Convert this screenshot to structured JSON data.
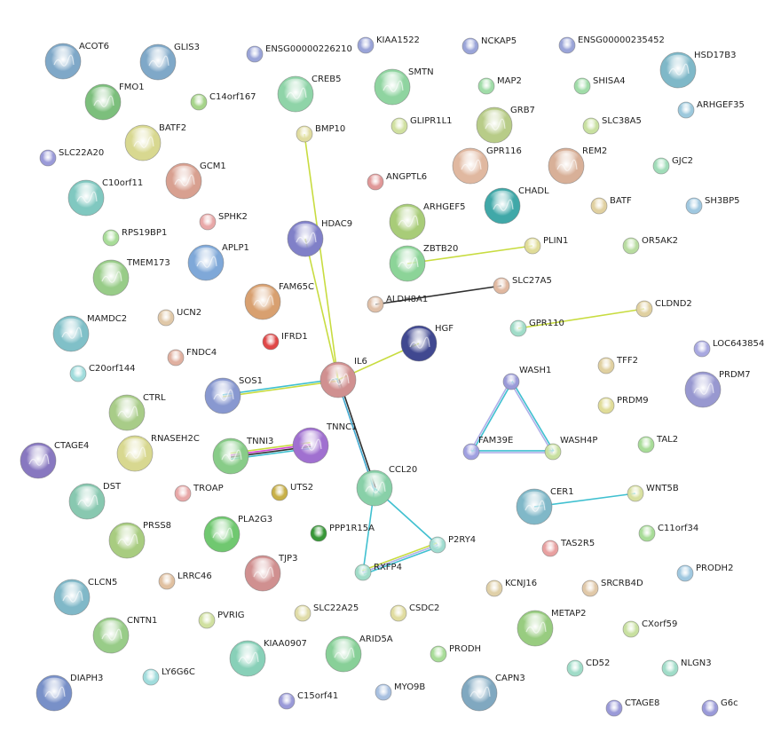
{
  "network": {
    "nodes": [
      {
        "id": "ACOT6",
        "color": "#7fa8c8",
        "big": true
      },
      {
        "id": "GLIS3",
        "color": "#7fa8c8",
        "big": true
      },
      {
        "id": "ENSG00000226210",
        "color": "#9aa4d8",
        "big": false
      },
      {
        "id": "KIAA1522",
        "color": "#9aa4d8",
        "big": false
      },
      {
        "id": "NCKAP5",
        "color": "#9aa4d8",
        "big": false
      },
      {
        "id": "ENSG00000235452",
        "color": "#9aa4d8",
        "big": false
      },
      {
        "id": "HSD17B3",
        "color": "#7fb8c8",
        "big": true
      },
      {
        "id": "FMO1",
        "color": "#7cbf7c",
        "big": true
      },
      {
        "id": "C14orf167",
        "color": "#a6d48a",
        "big": false
      },
      {
        "id": "CREB5",
        "color": "#8fd4a8",
        "big": true
      },
      {
        "id": "SMTN",
        "color": "#8fd4a0",
        "big": true
      },
      {
        "id": "MAP2",
        "color": "#a0dca8",
        "big": false
      },
      {
        "id": "SHISA4",
        "color": "#a0dca8",
        "big": false
      },
      {
        "id": "ARHGEF35",
        "color": "#9cc8dc",
        "big": false
      },
      {
        "id": "BATF2",
        "color": "#d8d890",
        "big": true
      },
      {
        "id": "BMP10",
        "color": "#e0dca0",
        "big": false
      },
      {
        "id": "GLIPR1L1",
        "color": "#d0e0a0",
        "big": false
      },
      {
        "id": "GRB7",
        "color": "#b8cc88",
        "big": true
      },
      {
        "id": "SLC38A5",
        "color": "#c8e0a0",
        "big": false
      },
      {
        "id": "SLC22A20",
        "color": "#9a9ad8",
        "big": false
      },
      {
        "id": "GCM1",
        "color": "#d8a090",
        "big": true
      },
      {
        "id": "GPR116",
        "color": "#e0b8a0",
        "big": true
      },
      {
        "id": "REM2",
        "color": "#d8b098",
        "big": true
      },
      {
        "id": "GJC2",
        "color": "#a0dcb8",
        "big": false
      },
      {
        "id": "C10orf11",
        "color": "#80c8c0",
        "big": true
      },
      {
        "id": "ANGPTL6",
        "color": "#e09898",
        "big": false
      },
      {
        "id": "CHADL",
        "color": "#40a8a8",
        "big": true
      },
      {
        "id": "BATF",
        "color": "#e0d0a0",
        "big": false
      },
      {
        "id": "SH3BP5",
        "color": "#a0c8e0",
        "big": false
      },
      {
        "id": "SPHK2",
        "color": "#e8a8a8",
        "big": false
      },
      {
        "id": "HDAC9",
        "color": "#8080c8",
        "big": true
      },
      {
        "id": "ARHGEF5",
        "color": "#a8cc78",
        "big": true
      },
      {
        "id": "RPS19BP1",
        "color": "#a8dc98",
        "big": false
      },
      {
        "id": "APLP1",
        "color": "#7fa8d8",
        "big": true
      },
      {
        "id": "PLIN1",
        "color": "#e0dc98",
        "big": false
      },
      {
        "id": "OR5AK2",
        "color": "#b8dca0",
        "big": false
      },
      {
        "id": "ZBTB20",
        "color": "#8cd498",
        "big": true
      },
      {
        "id": "TMEM173",
        "color": "#98cc88",
        "big": true
      },
      {
        "id": "SLC27A5",
        "color": "#e0b8a0",
        "big": false
      },
      {
        "id": "FAM65C",
        "color": "#d8a070",
        "big": true
      },
      {
        "id": "ALDH8A1",
        "color": "#e0c0a8",
        "big": false
      },
      {
        "id": "CLDND2",
        "color": "#e0d0a0",
        "big": false
      },
      {
        "id": "MAMDC2",
        "color": "#80c0c8",
        "big": true
      },
      {
        "id": "UCN2",
        "color": "#e0c8a8",
        "big": false
      },
      {
        "id": "IFRD1",
        "color": "#e04848",
        "big": false
      },
      {
        "id": "HGF",
        "color": "#404890",
        "big": true
      },
      {
        "id": "GPR110",
        "color": "#a0dcc8",
        "big": false
      },
      {
        "id": "LOC643854",
        "color": "#a8a8e0",
        "big": false
      },
      {
        "id": "FNDC4",
        "color": "#e0b0a0",
        "big": false
      },
      {
        "id": "C20orf144",
        "color": "#a0dcdc",
        "big": false
      },
      {
        "id": "TFF2",
        "color": "#e0d0a0",
        "big": false
      },
      {
        "id": "PRDM7",
        "color": "#9898d0",
        "big": true
      },
      {
        "id": "WASH1",
        "color": "#9a9ad8",
        "big": false
      },
      {
        "id": "SOS1",
        "color": "#8898d0",
        "big": true
      },
      {
        "id": "IL6",
        "color": "#d09090",
        "big": true
      },
      {
        "id": "CTRL",
        "color": "#a8cc88",
        "big": true
      },
      {
        "id": "PRDM9",
        "color": "#e0dc98",
        "big": false
      },
      {
        "id": "TNNC1",
        "color": "#a070d0",
        "big": true
      },
      {
        "id": "TNNI3",
        "color": "#88cc88",
        "big": true
      },
      {
        "id": "RNASEH2C",
        "color": "#d8d890",
        "big": true
      },
      {
        "id": "CTAGE4",
        "color": "#8878c0",
        "big": true
      },
      {
        "id": "FAM39E",
        "color": "#a0a0e0",
        "big": false
      },
      {
        "id": "WASH4P",
        "color": "#c8e0a0",
        "big": false
      },
      {
        "id": "TAL2",
        "color": "#a8dc98",
        "big": false
      },
      {
        "id": "CCL20",
        "color": "#88d0a8",
        "big": true
      },
      {
        "id": "DST",
        "color": "#88c8b0",
        "big": true
      },
      {
        "id": "TROAP",
        "color": "#e8a8a8",
        "big": false
      },
      {
        "id": "UTS2",
        "color": "#c8b048",
        "big": false
      },
      {
        "id": "CER1",
        "color": "#80b8c8",
        "big": true
      },
      {
        "id": "WNT5B",
        "color": "#d8e0a0",
        "big": false
      },
      {
        "id": "PRSS8",
        "color": "#a8cc80",
        "big": true
      },
      {
        "id": "PLA2G3",
        "color": "#70c870",
        "big": true
      },
      {
        "id": "PPP1R15A",
        "color": "#389838",
        "big": false
      },
      {
        "id": "P2RY4",
        "color": "#a0dcd0",
        "big": false
      },
      {
        "id": "C11orf34",
        "color": "#a8dc98",
        "big": false
      },
      {
        "id": "TAS2R5",
        "color": "#e8a0a0",
        "big": false
      },
      {
        "id": "RXFP4",
        "color": "#a0dcc8",
        "big": false
      },
      {
        "id": "TJP3",
        "color": "#d09090",
        "big": true
      },
      {
        "id": "LRRC46",
        "color": "#e0c0a0",
        "big": false
      },
      {
        "id": "CLCN5",
        "color": "#80b8c8",
        "big": true
      },
      {
        "id": "PRODH2",
        "color": "#a0c8e0",
        "big": false
      },
      {
        "id": "KCNJ16",
        "color": "#e0d0a8",
        "big": false
      },
      {
        "id": "SRCRB4D",
        "color": "#e0c8a8",
        "big": false
      },
      {
        "id": "PVRIG",
        "color": "#d0e0a0",
        "big": false
      },
      {
        "id": "SLC22A25",
        "color": "#e0dca8",
        "big": false
      },
      {
        "id": "CSDC2",
        "color": "#e0dca0",
        "big": false
      },
      {
        "id": "METAP2",
        "color": "#98cc80",
        "big": true
      },
      {
        "id": "CNTN1",
        "color": "#98cc88",
        "big": true
      },
      {
        "id": "KIAA0907",
        "color": "#88d0b8",
        "big": true
      },
      {
        "id": "ARID5A",
        "color": "#88d098",
        "big": true
      },
      {
        "id": "CXorf59",
        "color": "#c8e0a0",
        "big": false
      },
      {
        "id": "PRODH",
        "color": "#a8dc98",
        "big": false
      },
      {
        "id": "LY6G6C",
        "color": "#a0dcdc",
        "big": false
      },
      {
        "id": "CD52",
        "color": "#a0dcc8",
        "big": false
      },
      {
        "id": "NLGN3",
        "color": "#a0dcc8",
        "big": false
      },
      {
        "id": "DIAPH3",
        "color": "#7890c8",
        "big": true
      },
      {
        "id": "CAPN3",
        "color": "#80a8c0",
        "big": true
      },
      {
        "id": "C15orf41",
        "color": "#9a9ad8",
        "big": false
      },
      {
        "id": "MYO9B",
        "color": "#a8c0e0",
        "big": false
      },
      {
        "id": "CTAGE8",
        "color": "#9a9ad8",
        "big": false
      },
      {
        "id": "G6c",
        "color": "#9a9ad8",
        "big": false
      }
    ],
    "edges": [
      {
        "source": "BMP10",
        "target": "IL6",
        "colors": [
          "#c8dc40"
        ]
      },
      {
        "source": "HDAC9",
        "target": "IL6",
        "colors": [
          "#c8dc40"
        ]
      },
      {
        "source": "HGF",
        "target": "IL6",
        "colors": [
          "#c8dc40"
        ]
      },
      {
        "source": "SOS1",
        "target": "IL6",
        "colors": [
          "#40c0d0",
          "#c8dc40"
        ]
      },
      {
        "source": "IL6",
        "target": "CCL20",
        "colors": [
          "#303030",
          "#40a8d0"
        ]
      },
      {
        "source": "TNNI3",
        "target": "TNNC1",
        "colors": [
          "#c8dc40",
          "#d040d0",
          "#303030",
          "#40c0d0"
        ]
      },
      {
        "source": "ZBTB20",
        "target": "PLIN1",
        "colors": [
          "#c8dc40"
        ]
      },
      {
        "source": "ALDH8A1",
        "target": "SLC27A5",
        "colors": [
          "#303030"
        ]
      },
      {
        "source": "GPR110",
        "target": "CLDND2",
        "colors": [
          "#c8dc40"
        ]
      },
      {
        "source": "WASH1",
        "target": "FAM39E",
        "colors": [
          "#40c0d0",
          "#b0b0e8"
        ]
      },
      {
        "source": "WASH1",
        "target": "WASH4P",
        "colors": [
          "#40c0d0",
          "#b0b0e8"
        ]
      },
      {
        "source": "FAM39E",
        "target": "WASH4P",
        "colors": [
          "#40c0d0",
          "#b0b0e8"
        ]
      },
      {
        "source": "CCL20",
        "target": "P2RY4",
        "colors": [
          "#40c0d0"
        ]
      },
      {
        "source": "CCL20",
        "target": "RXFP4",
        "colors": [
          "#40c0d0"
        ]
      },
      {
        "source": "P2RY4",
        "target": "RXFP4",
        "colors": [
          "#40c0d0",
          "#b0b0e8",
          "#c8dc40"
        ]
      },
      {
        "source": "CER1",
        "target": "WNT5B",
        "colors": [
          "#40c0d0"
        ]
      }
    ]
  }
}
